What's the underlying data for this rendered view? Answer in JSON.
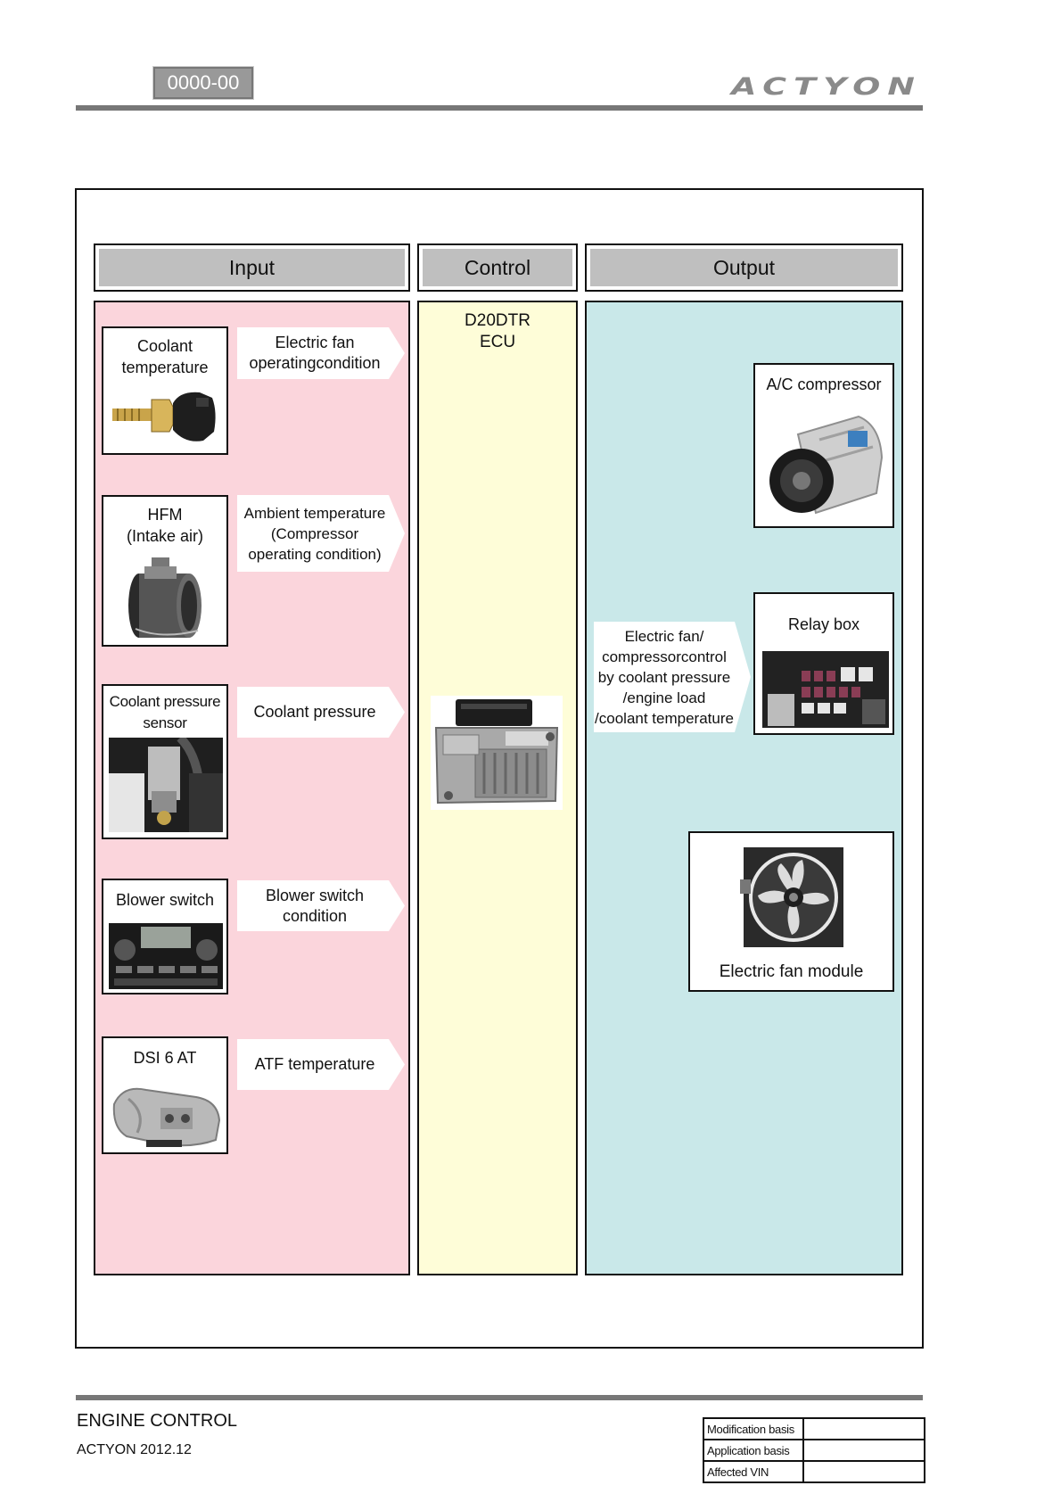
{
  "header": {
    "page_code": "0000-00",
    "brand": "ACTYON"
  },
  "columns": {
    "input": "Input",
    "control": "Control",
    "output": "Output"
  },
  "control": {
    "ecu_line1": "D20DTR",
    "ecu_line2": "ECU"
  },
  "inputs": [
    {
      "title_lines": [
        "Coolant",
        "temperature"
      ],
      "signal_lines": [
        "Electric fan",
        "operatingcondition"
      ],
      "icon": "coolant-temperature-sensor-icon"
    },
    {
      "title_lines": [
        "HFM",
        "(Intake air)"
      ],
      "signal_lines": [
        "Ambient temperature",
        "(Compressor",
        "operating condition)"
      ],
      "icon": "hfm-sensor-icon"
    },
    {
      "title_lines": [
        "Coolant pressure",
        "sensor"
      ],
      "signal_lines": [
        "Coolant pressure"
      ],
      "icon": "coolant-pressure-sensor-icon"
    },
    {
      "title_lines": [
        "Blower switch"
      ],
      "signal_lines": [
        "Blower switch",
        "condition"
      ],
      "icon": "blower-switch-panel-icon"
    },
    {
      "title_lines": [
        "DSI 6 AT"
      ],
      "signal_lines": [
        "ATF temperature"
      ],
      "icon": "transmission-icon"
    }
  ],
  "outputs": [
    {
      "title": "A/C compressor",
      "icon": "ac-compressor-icon"
    },
    {
      "title": "Relay box",
      "icon": "relay-box-icon"
    },
    {
      "title": "Electric fan module",
      "icon": "electric-fan-icon"
    }
  ],
  "output_signal_lines": [
    "Electric fan/",
    "compressorcontrol",
    "by coolant pressure",
    "/engine load",
    "/coolant temperature"
  ],
  "footer": {
    "section": "ENGINE CONTROL",
    "model_date": "ACTYON 2012.12",
    "table": [
      {
        "label": "Modification basis",
        "value": ""
      },
      {
        "label": "Application basis",
        "value": ""
      },
      {
        "label": "Affected VIN",
        "value": ""
      }
    ]
  }
}
